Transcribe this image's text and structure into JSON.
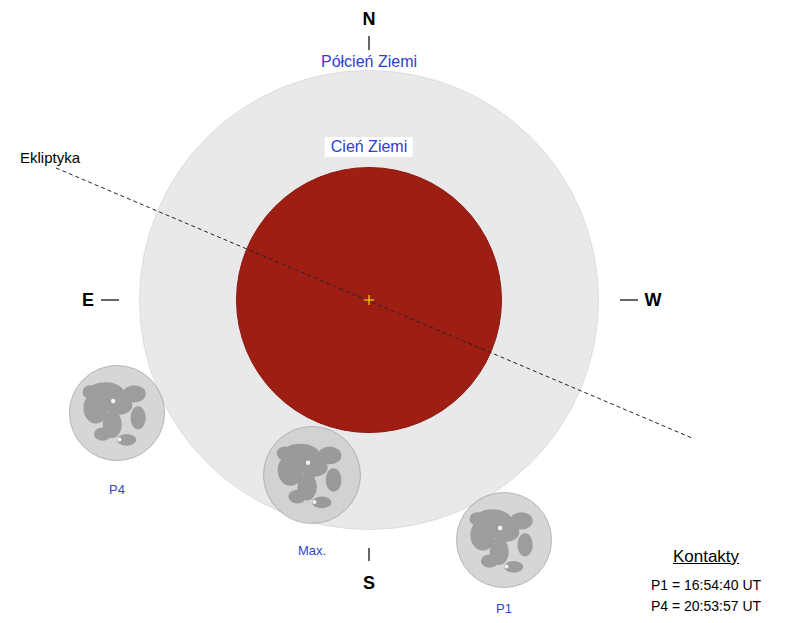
{
  "diagram": {
    "nodes": [
      {
        "text": [
          "Półcień Ziemi"
        ]
      },
      {
        "text": [
          "Cień Ziemi"
        ],
        "in": 0
      },
      {
        "text": [
          "P4"
        ]
      },
      {
        "text": [
          "Max."
        ]
      },
      {
        "text": [
          "P1"
        ]
      }
    ],
    "labels": [
      "N",
      "E",
      "W",
      "S",
      "Ekliptyka",
      "Kontakty",
      "P1 = 16:54:40 UT",
      "P4 = 20:53:57 UT"
    ]
  }
}
